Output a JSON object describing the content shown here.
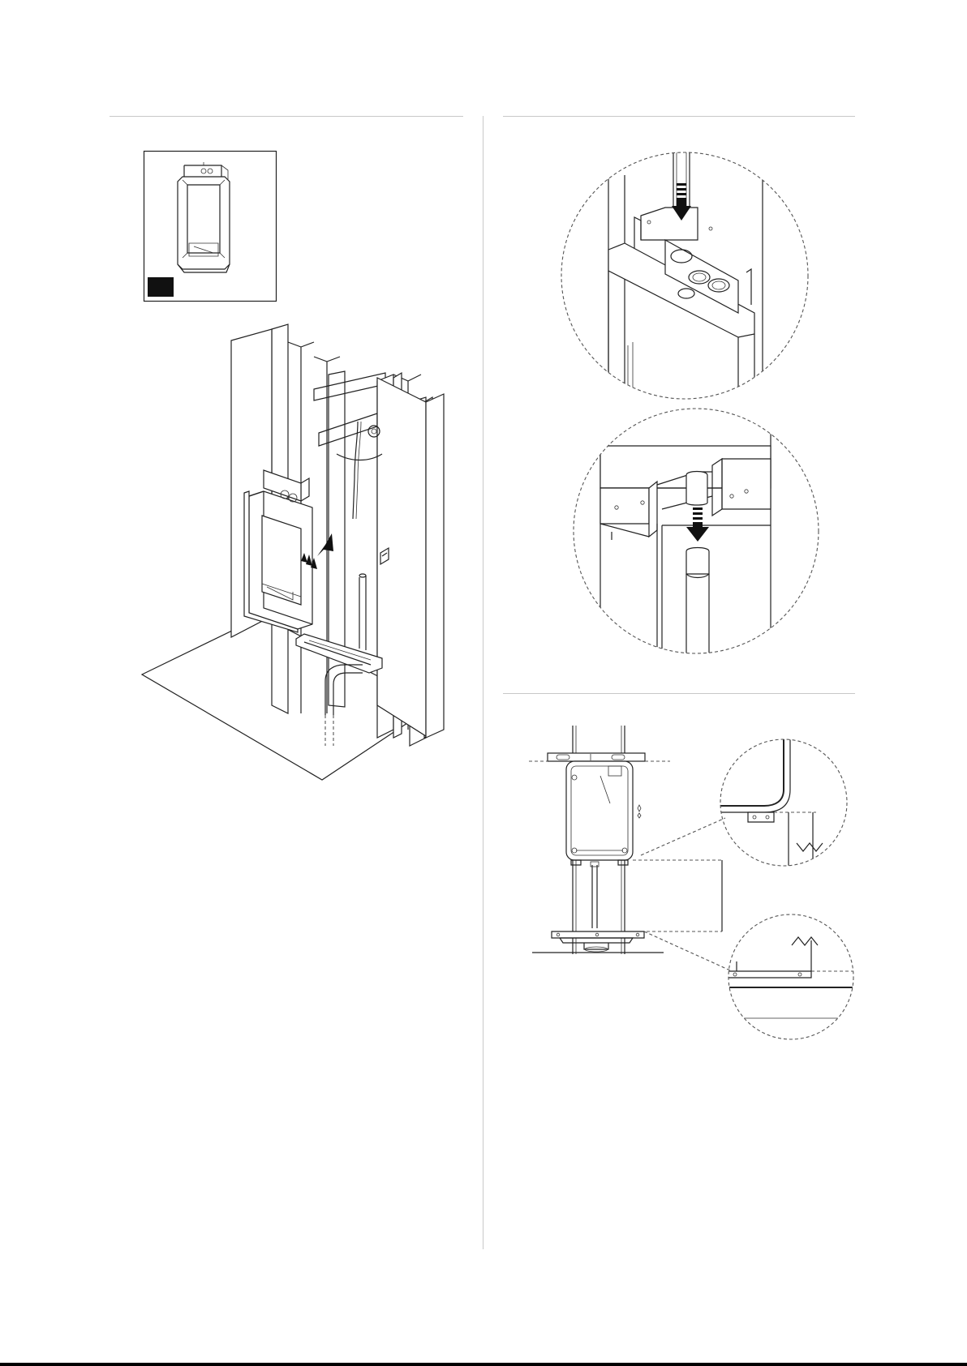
{
  "page": {
    "panels": [
      {
        "name": "step-a-install-frame"
      },
      {
        "name": "step-b-connect-pipes"
      },
      {
        "name": "step-c-level-and-height"
      }
    ]
  },
  "icons": {
    "insert_arrow": "arrow-icon",
    "down_arrow": "down-arrow-icon",
    "spirit_level": "spirit-level-icon",
    "inset_badge": "black-square-badge-icon"
  },
  "colors": {
    "line": "#222222",
    "rule": "#c8c8c8",
    "background": "#ffffff"
  }
}
